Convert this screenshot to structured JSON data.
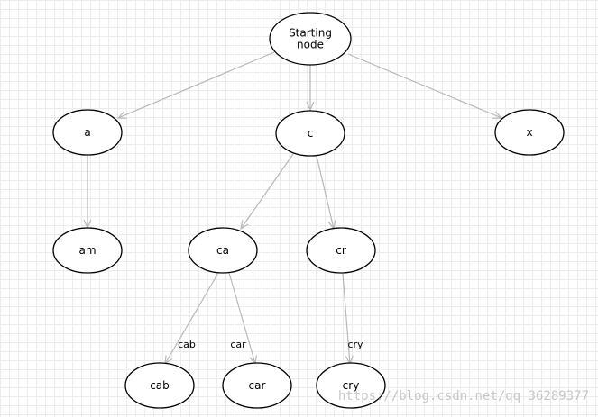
{
  "diagram": {
    "nodes": [
      {
        "id": "root",
        "lines": [
          "Starting",
          "node"
        ]
      },
      {
        "id": "a",
        "lines": [
          "a"
        ]
      },
      {
        "id": "c",
        "lines": [
          "c"
        ]
      },
      {
        "id": "x",
        "lines": [
          "x"
        ]
      },
      {
        "id": "am",
        "lines": [
          "am"
        ]
      },
      {
        "id": "ca",
        "lines": [
          "ca"
        ]
      },
      {
        "id": "cr",
        "lines": [
          "cr"
        ]
      },
      {
        "id": "cab",
        "lines": [
          "cab"
        ]
      },
      {
        "id": "car",
        "lines": [
          "car"
        ]
      },
      {
        "id": "cry",
        "lines": [
          "cry"
        ]
      }
    ],
    "edges": [
      {
        "from": "root",
        "to": "a",
        "label": ""
      },
      {
        "from": "root",
        "to": "c",
        "label": ""
      },
      {
        "from": "root",
        "to": "x",
        "label": ""
      },
      {
        "from": "a",
        "to": "am",
        "label": ""
      },
      {
        "from": "c",
        "to": "ca",
        "label": ""
      },
      {
        "from": "c",
        "to": "cr",
        "label": ""
      },
      {
        "from": "ca",
        "to": "cab",
        "label": "cab"
      },
      {
        "from": "ca",
        "to": "car",
        "label": "car"
      },
      {
        "from": "cr",
        "to": "cry",
        "label": "cry"
      }
    ]
  },
  "watermark": "https://blog.csdn.net/qq_36289377",
  "colors": {
    "edge": "#b8b8b8",
    "node_stroke": "#000000",
    "node_fill": "#ffffff",
    "grid": "#ececec"
  }
}
